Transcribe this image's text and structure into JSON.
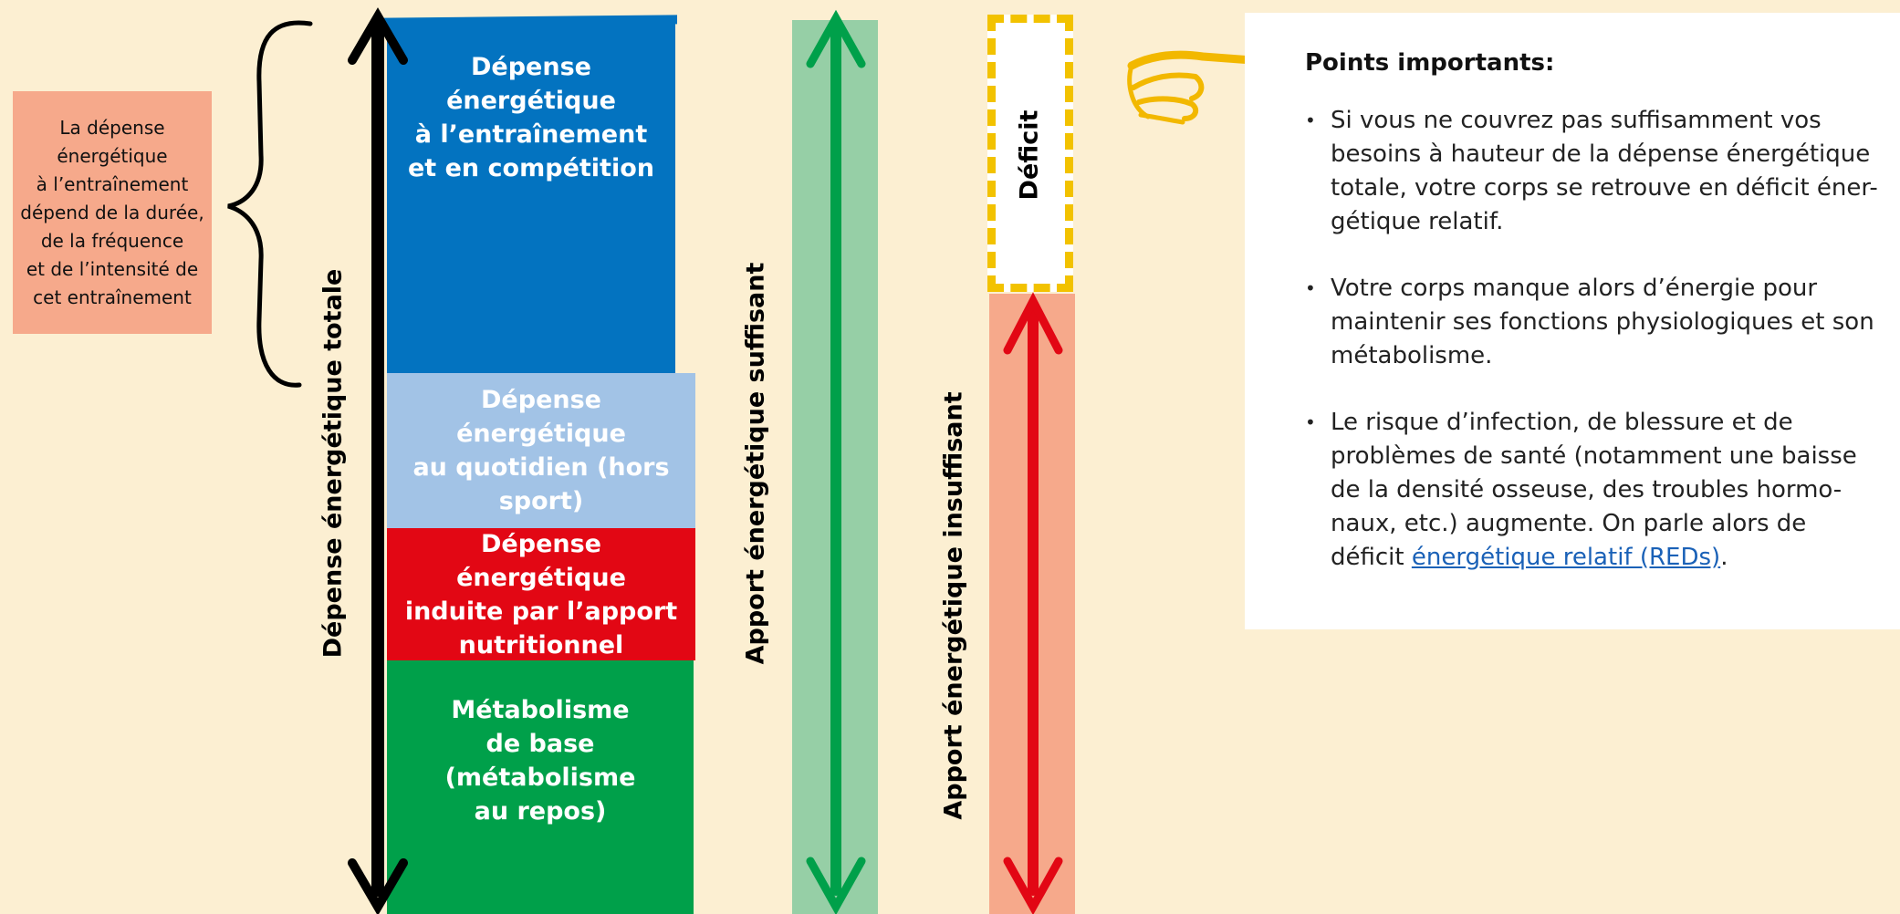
{
  "note": {
    "lines": [
      "La dépense",
      "énergétique",
      "à l’entraînement",
      "dépend de la durée,",
      "de la fréquence",
      "et de l’intensité de",
      "cet entraînement"
    ]
  },
  "labels": {
    "total": "Dépense énergétique totale",
    "sufficient": "Apport énergétique suffisant",
    "insufficient": "Apport énergétique insuffisant",
    "deficit": "Déficit"
  },
  "blocks": {
    "training": [
      "Dépense",
      "énergétique",
      "à l’entraînement",
      "et en compétition"
    ],
    "daily": [
      "Dépense énergétique",
      "au quotidien (hors",
      "sport)"
    ],
    "induced": [
      "Dépense énergétique",
      "induite par l’apport",
      "nutritionnel"
    ],
    "bmr": [
      "Métabolisme",
      "de base",
      "(métabolisme",
      "au repos)"
    ]
  },
  "panel": {
    "title": "Points importants:",
    "point1": "Si vous ne couvrez pas suffisamment vos besoins à hauteur de la dépense énergétique totale, votre corps se retrouve en déficit éner-gétique relatif.",
    "point2": "Votre corps manque alors d’énergie pour maintenir ses fonctions physiologiques et son métabolisme.",
    "point3_text": "Le risque d’infection, de blessure et de problèmes de santé (notamment une baisse de la densité osseuse, des troubles hormo-naux, etc.) augmente. On parle alors de déficit ",
    "point3_link": "énergétique relatif (REDs)",
    "point3_end": "."
  },
  "colors": {
    "background": "#fcefd2",
    "training": "#0373c0",
    "daily": "#a2c3e6",
    "induced": "#e20714",
    "bmr": "#00a04a",
    "sufficient": "#96cfa6",
    "insufficient": "#f6a98b",
    "deficit_border": "#f2c200"
  },
  "icons": {
    "pointing_hand": "pointing-hand-icon"
  }
}
